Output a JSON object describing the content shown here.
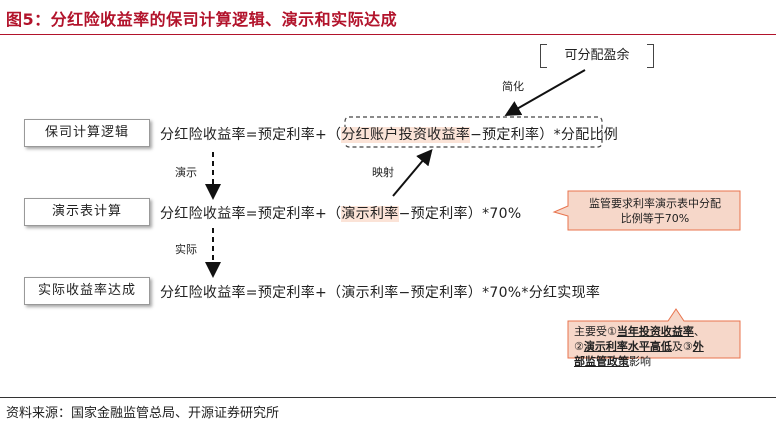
{
  "title": "图5：分红险收益率的保司计算逻辑、演示和实际达成",
  "source": "资料来源：国家金融监管总局、开源证券研究所",
  "colors": {
    "title": "#b2132b",
    "highlight": "#fbe3d7",
    "callout_fill": "#f6d7c9",
    "callout_border": "#e8734d"
  },
  "top_box": "可分配盈余",
  "labels": {
    "simplify": "简化",
    "map": "映射",
    "demo": "演示",
    "actual": "实际"
  },
  "rows": [
    {
      "box": "保司计算逻辑",
      "prefix": "分红险收益率=预定利率+（",
      "highlight": "分红账户投资收益率",
      "mid": "−预定利率）",
      "suffix": "*分配比例"
    },
    {
      "box": "演示表计算",
      "prefix": "分红险收益率=预定利率+（",
      "highlight": "演示利率",
      "suffix": "−预定利率）*70%"
    },
    {
      "box": "实际收益率达成",
      "formula": "分红险收益率=预定利率+（演示利率−预定利率）*70%*分红实现率"
    }
  ],
  "callout1": {
    "line1": "监管要求利率演示表中分配",
    "line2": "比例等于70%"
  },
  "callout2": {
    "part1": "主要受①",
    "part2": "当年投资收益率",
    "part3": "、",
    "part4": "②",
    "part5": "演示利率水平高低",
    "part6": "及③",
    "part7": "外",
    "part8": "部监管政策",
    "part9": "影响"
  }
}
